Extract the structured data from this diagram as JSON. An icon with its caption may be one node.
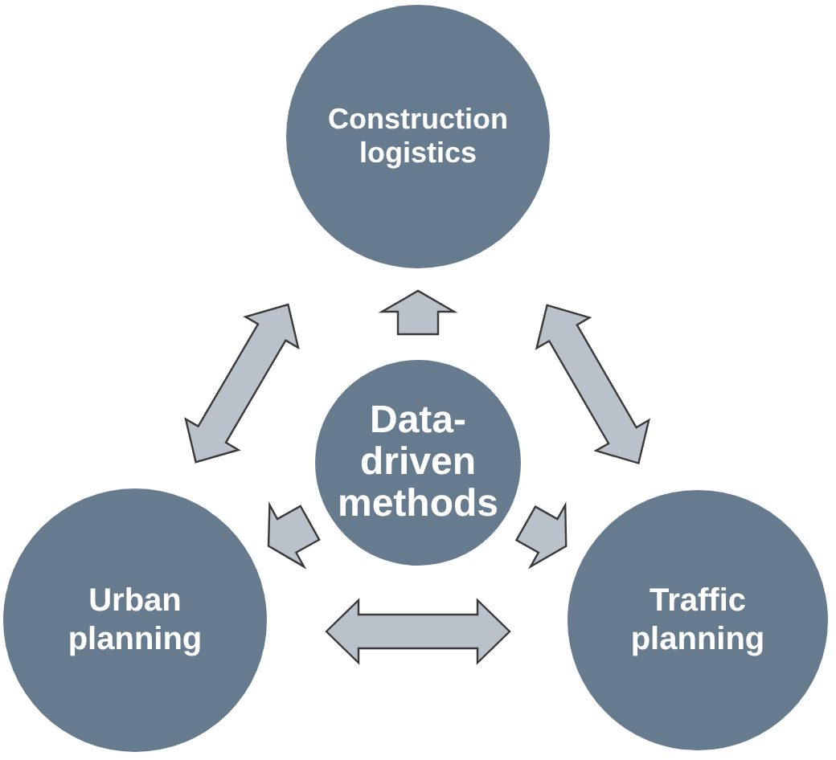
{
  "diagram": {
    "nodes": [
      {
        "text": [
          "Construction logistics"
        ]
      },
      {
        "text": [
          "Data-driven methods"
        ]
      },
      {
        "text": [
          "Urban planning"
        ]
      },
      {
        "text": [
          "Traffic planning"
        ]
      }
    ],
    "edges": [
      {
        "from": 1,
        "to": 0,
        "arrow": "to"
      },
      {
        "from": 1,
        "to": 2,
        "arrow": "to"
      },
      {
        "from": 1,
        "to": 3,
        "arrow": "to"
      },
      {
        "from": 0,
        "to": 2,
        "arrow": "both"
      },
      {
        "from": 0,
        "to": 3,
        "arrow": "both"
      },
      {
        "from": 2,
        "to": 3,
        "arrow": "both"
      }
    ]
  }
}
